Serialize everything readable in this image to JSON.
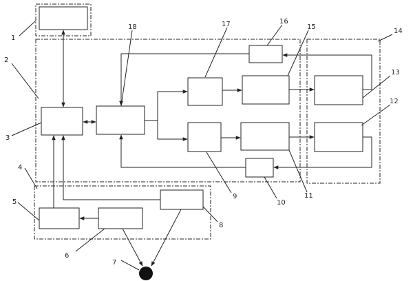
{
  "diagram": {
    "labels": {
      "l1": "1",
      "l2": "2",
      "l3": "3",
      "l4": "4",
      "l5": "5",
      "l6": "6",
      "l7": "7",
      "l8": "8",
      "l9": "9",
      "l10": "10",
      "l11": "11",
      "l12": "12",
      "l13": "13",
      "l14": "14",
      "l15": "15",
      "l16": "16",
      "l17": "17",
      "l18": "18"
    },
    "colors": {
      "stroke": "#222222",
      "node": "#111111",
      "background": "#ffffff"
    }
  }
}
